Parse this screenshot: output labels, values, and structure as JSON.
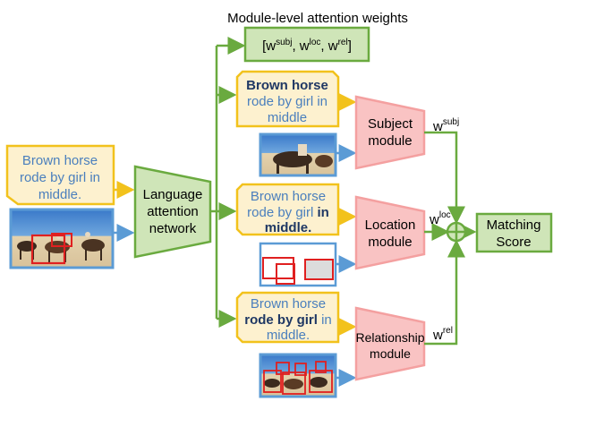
{
  "title": "Module-level attention weights",
  "weights_box": {
    "prefix": "[w",
    "subj": "subj",
    "sep1": ", w",
    "loc": "loc",
    "sep2": ", w",
    "rel": "rel",
    "suffix": "]"
  },
  "input_query": [
    "Brown horse",
    "rode by girl in",
    "middle."
  ],
  "language_network": [
    "Language",
    "attention",
    "network"
  ],
  "subject_query": {
    "line1": "Brown horse",
    "line2": "rode by girl in",
    "line3": "middle"
  },
  "location_query": {
    "line1": "Brown horse",
    "line2_plain": "rode by girl ",
    "line2_bold": "in",
    "line3": "middle."
  },
  "relationship_query": {
    "line1": "Brown horse",
    "line2_bold": "rode by girl",
    "line2_plain": " in",
    "line3": "middle."
  },
  "modules": {
    "subject": [
      "Subject",
      "module"
    ],
    "location": [
      "Location",
      "module"
    ],
    "relationship": [
      "Relationship",
      "module"
    ]
  },
  "weight_labels": {
    "subj_base": "w",
    "subj_sup": "subj",
    "loc_base": "w",
    "loc_sup": "loc",
    "rel_base": "w",
    "rel_sup": "rel"
  },
  "output": [
    "Matching",
    "Score"
  ],
  "colors": {
    "green": "#6aaa3f",
    "green_fill": "#cfe5b8",
    "yellow": "#f2c21c",
    "yellow_fill": "#fdf1cf",
    "blue": "#5b9bd5",
    "red": "#f4a0a0",
    "red_fill": "#f9c3c3",
    "query_text": "#4a7fbd",
    "bold_text": "#1f3864"
  }
}
